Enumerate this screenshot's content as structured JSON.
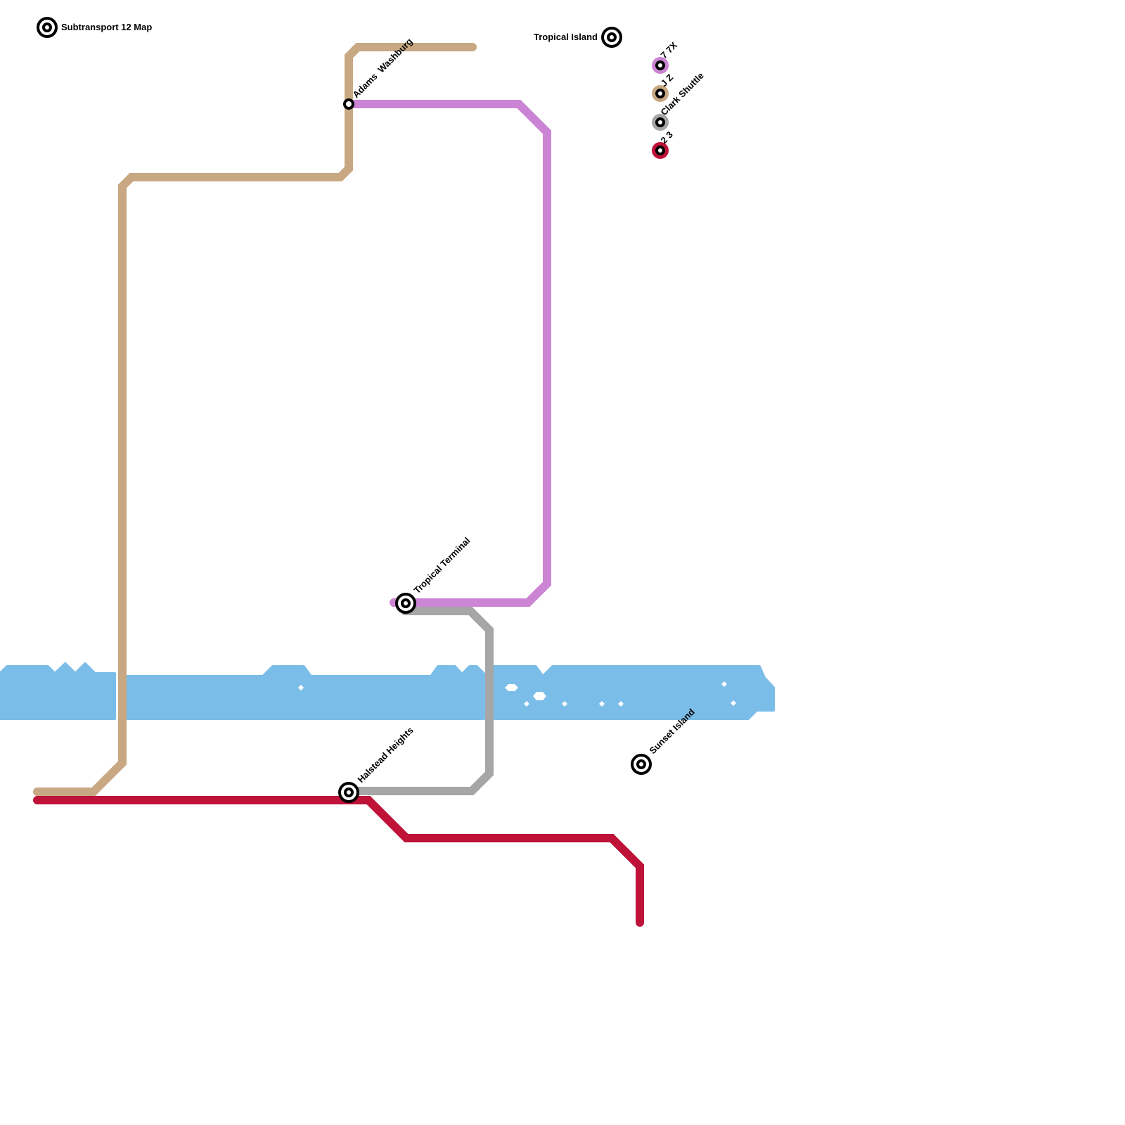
{
  "title": "Subtransport 12 Map",
  "colors": {
    "water": "#7abde8",
    "background": "#ffffff",
    "station_ring": "#000000"
  },
  "lines": [
    {
      "id": "7-7x",
      "name": "7 7X",
      "color": "#cc84d4"
    },
    {
      "id": "j-z",
      "name": "J Z",
      "color": "#c8a882"
    },
    {
      "id": "clark-shuttle",
      "name": "Clark Shuttle",
      "color": "#a6a6a6"
    },
    {
      "id": "2-3",
      "name": "2 3",
      "color": "#be1238"
    }
  ],
  "legend": [
    {
      "label": "7 7X",
      "line": "7-7x"
    },
    {
      "label": "J Z",
      "line": "j-z"
    },
    {
      "label": "Clark Shuttle",
      "line": "clark-shuttle"
    },
    {
      "label": "2 3",
      "line": "2-3"
    }
  ],
  "stations": [
    {
      "id": "tropical-island",
      "name": "Tropical Island",
      "type": "interchange"
    },
    {
      "id": "adams-washburg",
      "name": "Adams  Washburg",
      "type": "stop"
    },
    {
      "id": "tropical-terminal",
      "name": "Tropical Terminal",
      "type": "interchange"
    },
    {
      "id": "halstead-heights",
      "name": "Halstead Heights",
      "type": "interchange"
    },
    {
      "id": "sunset-island",
      "name": "Sunset Island",
      "type": "interchange"
    }
  ]
}
